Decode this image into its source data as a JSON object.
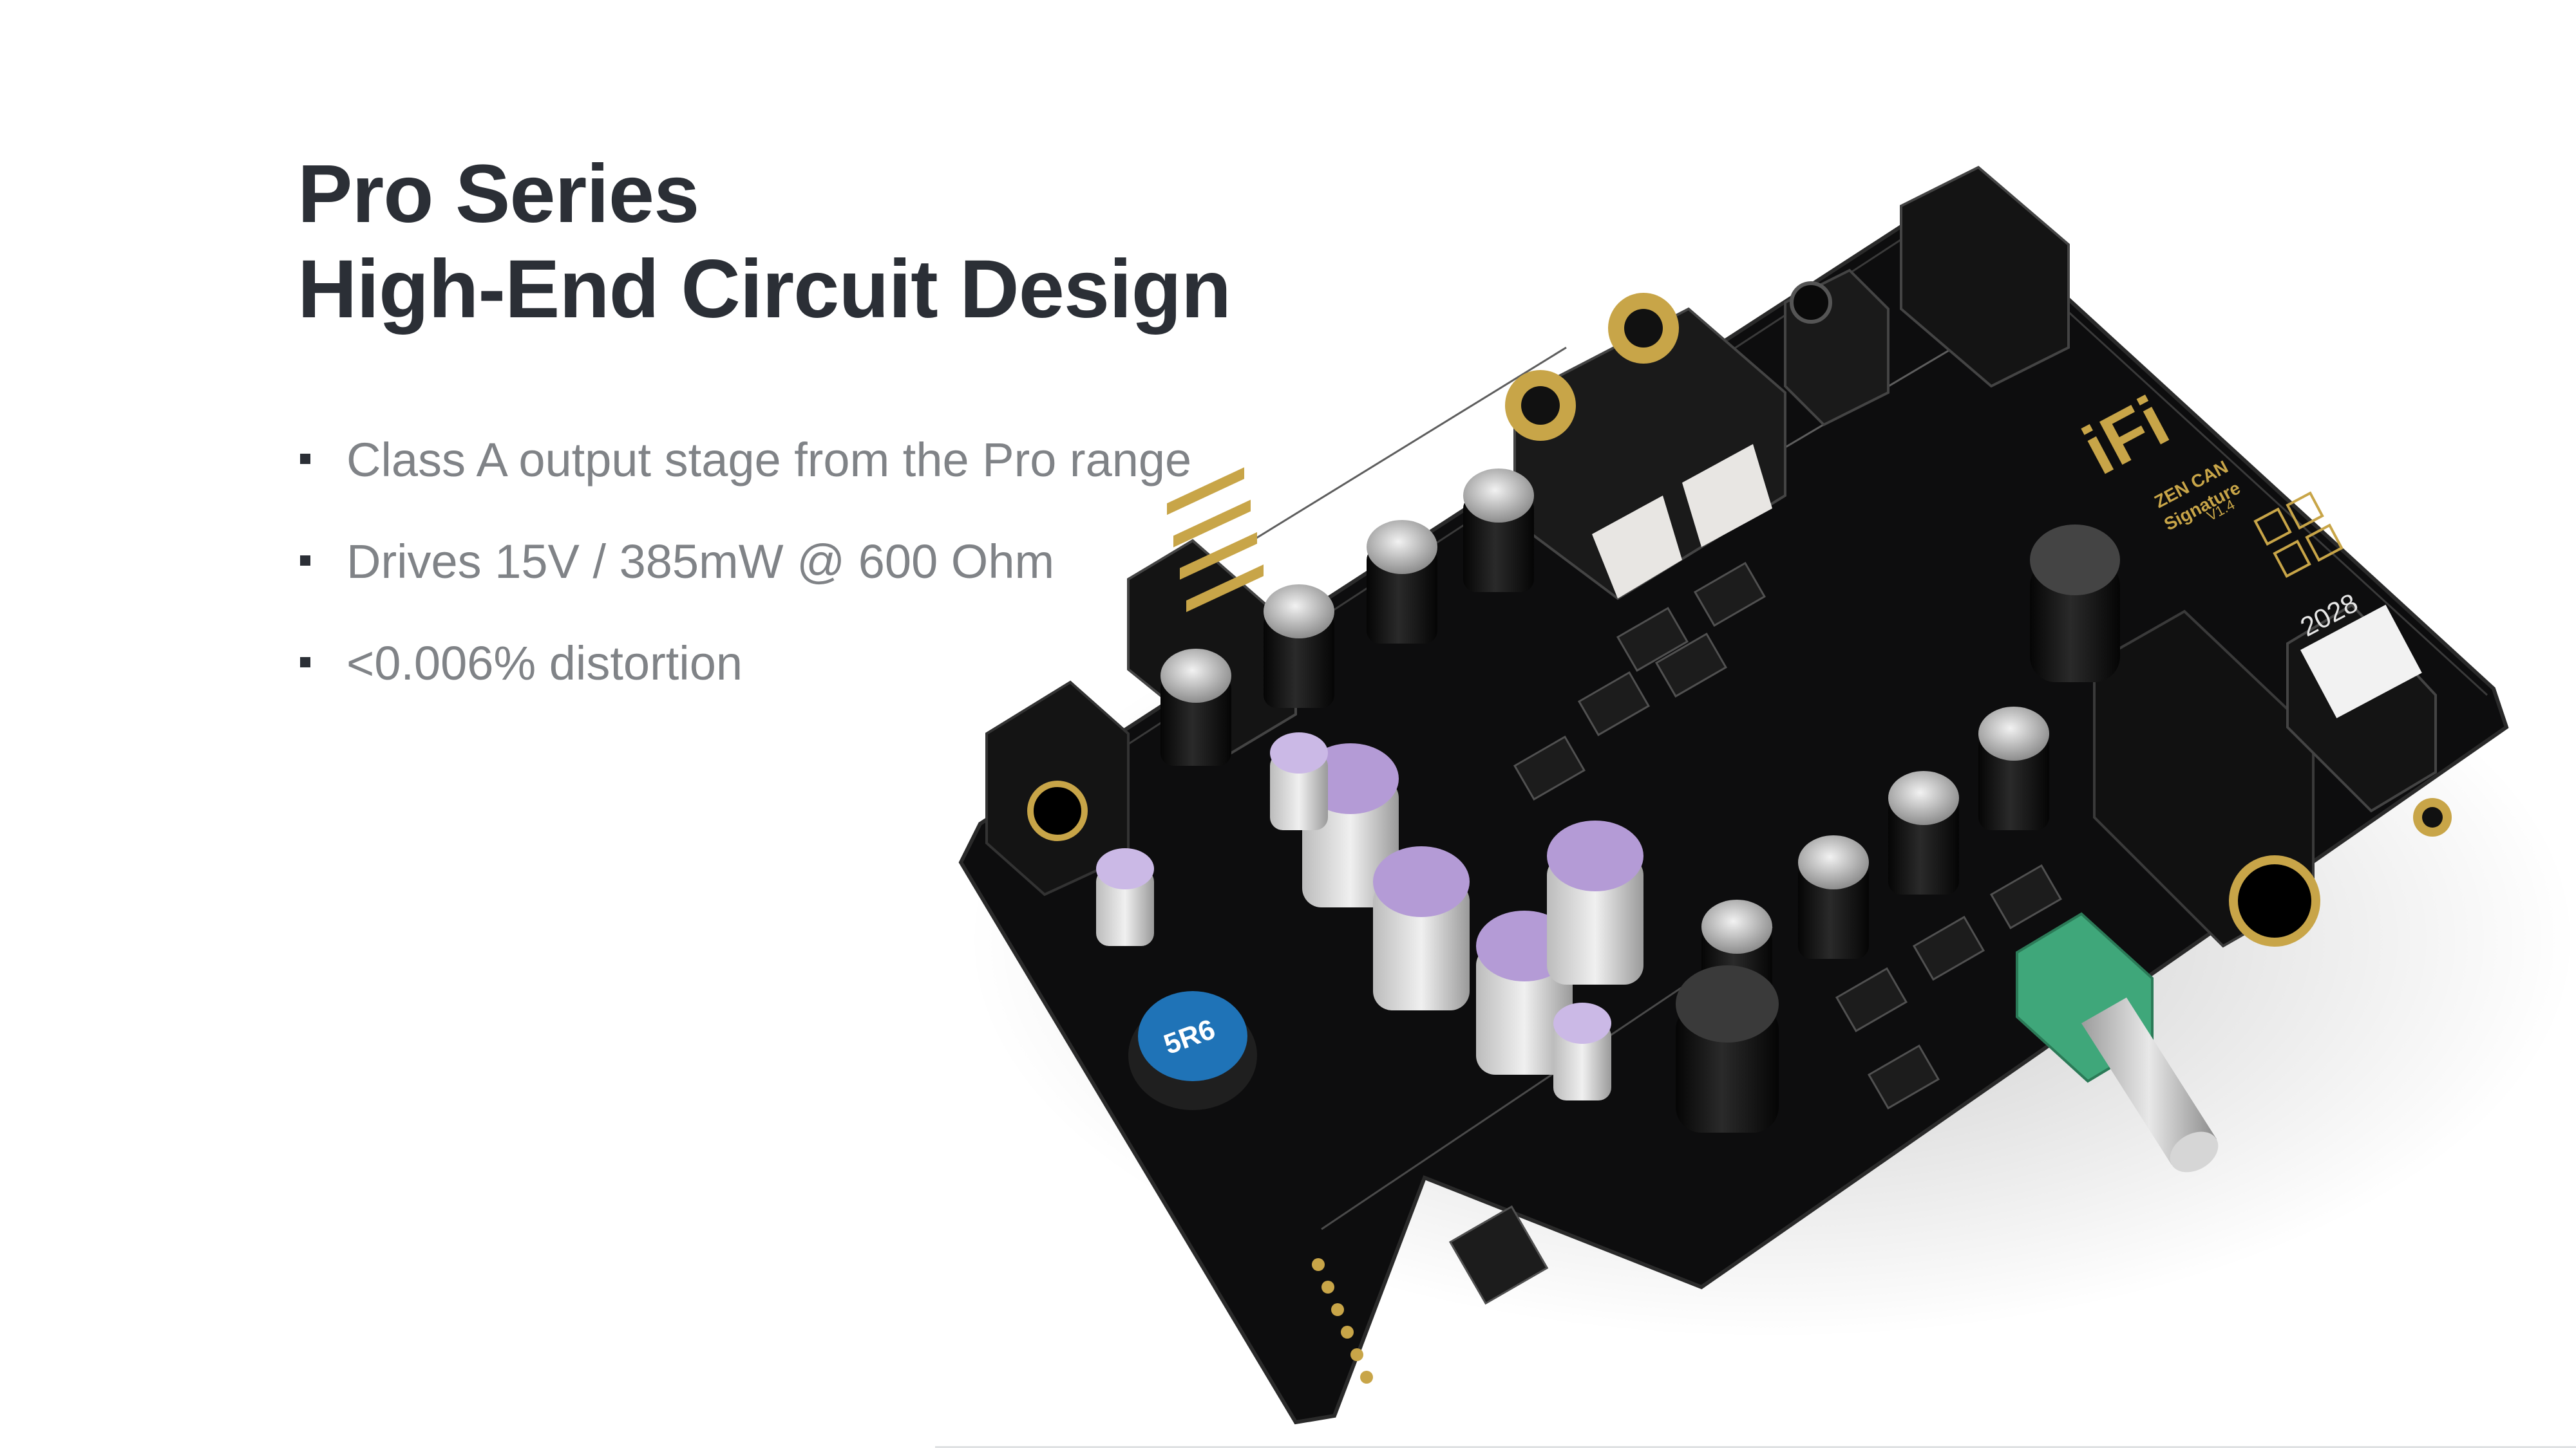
{
  "headline": {
    "line1": "Pro Series",
    "line2": "High-End Circuit Design"
  },
  "features": [
    "Class A output stage from the Pro range",
    "Drives 15V / 385mW @ 600 Ohm",
    "<0.006% distortion"
  ],
  "board": {
    "logo": "iFi",
    "model_line1": "ZEN CAN",
    "model_line2": "Signature",
    "version": "V1.4",
    "year": "2028",
    "inductor_label": "5R6"
  },
  "colors": {
    "pcb": "#0d0d0e",
    "gold": "#c8a548",
    "heading": "#2b2f36",
    "bullet_text": "#808387",
    "knob_green": "#3fa77a"
  }
}
